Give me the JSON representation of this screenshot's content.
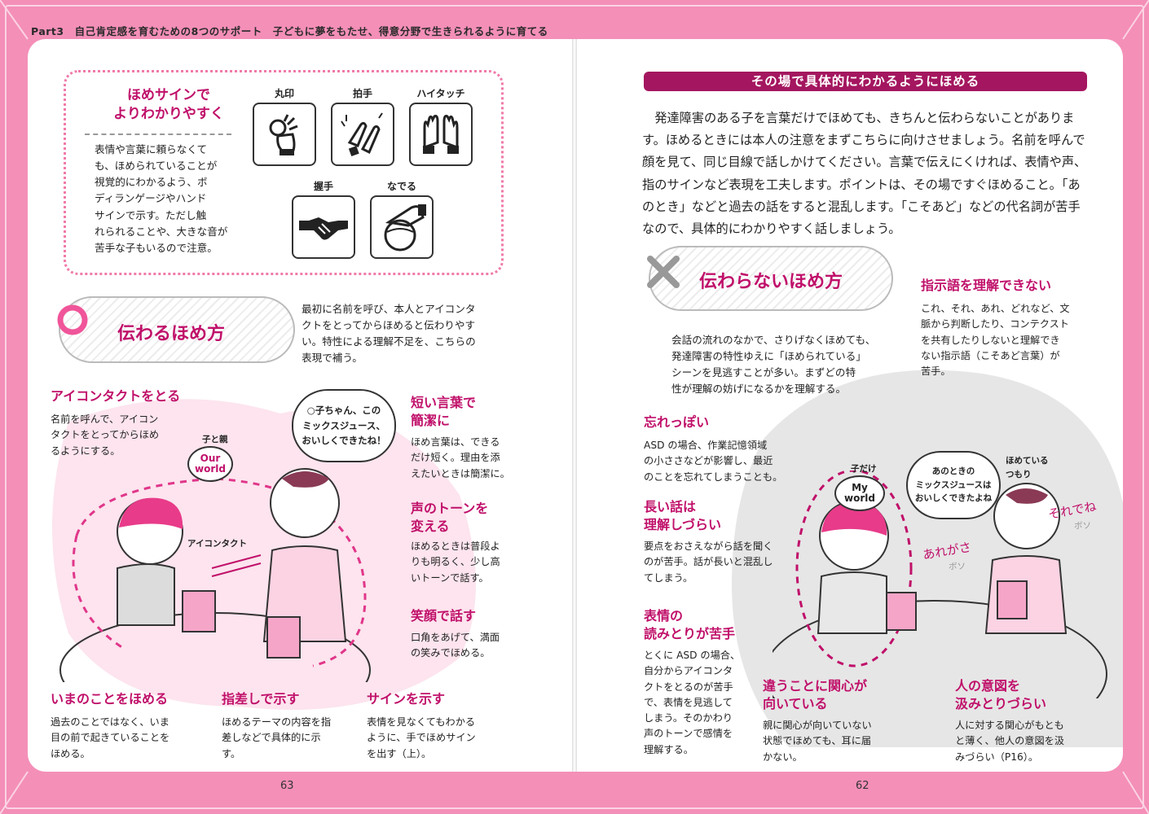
{
  "header": "Part3　自己肯定感を育むための8つのサポート　子どもに夢をもたせ、得意分野で生きられるように育てる",
  "left_page": {
    "page_number": "63",
    "sign_box": {
      "title": "ほめサインで\nよりわかりやすく",
      "text": "表情や言葉に頼らなくて\nも、ほめられていることが\n視覚的にわかるよう、ボ\nディランゲージやハンド\nサインで示す。ただし触\nれられることや、大きな音が\n苦手な子もいるので注意。",
      "signs": [
        "丸印",
        "拍手",
        "ハイタッチ",
        "握手",
        "なでる"
      ]
    },
    "good_title": "伝わるほめ方",
    "good_intro": "最初に名前を呼び、本人とアイコンタ\nクトをとってからほめると伝わりやす\nい。特性による理解不足を、こちらの\n表現で補う。",
    "illustration": {
      "speech": "○子ちゃん、この\nミックスジュース、\nおいしくできたね！",
      "tag_label": "子と親",
      "tag_bubble": "Our\nworld",
      "eye_contact": "アイコンタクト"
    },
    "tips": [
      {
        "title": "アイコンタクトをとる",
        "text": "名前を呼んで、アイコン\nタクトをとってからほめ\nるようにする。"
      },
      {
        "title": "短い言葉で\n簡潔に",
        "text": "ほめ言葉は、できる\nだけ短く。理由を添\nえたいときは簡潔に。"
      },
      {
        "title": "声のトーンを\n変える",
        "text": "ほめるときは普段よ\nりも明るく、少し高\nいトーンで話す。"
      },
      {
        "title": "笑顔で話す",
        "text": "口角をあげて、満面\nの笑みでほめる。"
      },
      {
        "title": "いまのことをほめる",
        "text": "過去のことではなく、いま\n目の前で起きていることを\nほめる。"
      },
      {
        "title": "指差しで示す",
        "text": "ほめるテーマの内容を指\n差しなどで具体的に示\nす。"
      },
      {
        "title": "サインを示す",
        "text": "表情を見なくてもわかる\nように、手でほめサイン\nを出す（上）。"
      }
    ]
  },
  "right_page": {
    "page_number": "62",
    "banner": "その場で具体的にわかるようにほめる",
    "paragraph": "発達障害のある子を言葉だけでほめても、きちんと伝わらないことがあります。ほめるときには本人の注意をまずこちらに向けさせましょう。名前を呼んで顔を見て、同じ目線で話しかけてください。言葉で伝えにくければ、表情や声、指のサインなど表現を工夫します。ポイントは、その場ですぐほめること。「あのとき」などと過去の話をすると混乱します。「こそあど」などの代名詞が苦手なので、具体的にわかりやすく話しましょう。",
    "bad_title": "伝わらないほめ方",
    "bad_intro": "会話の流れのなかで、さりげなくほめても、\n発達障害の特性ゆえに「ほめられている」\nシーンを見逃すことが多い。まずどの特\n性が理解の妨げになるかを理解する。",
    "illustration": {
      "speech": "あのときの\nミックスジュースは\nおいしくできたよね",
      "thought": "ほめている\nつもり",
      "tag_label": "子だけ",
      "tag_bubble": "My\nworld",
      "scribble1": "あれがさ",
      "scribble2": "それでね",
      "bo": "ボソ"
    },
    "issues": [
      {
        "title": "指示語を理解できない",
        "text": "これ、それ、あれ、どれなど、文\n脈から判断したり、コンテクスト\nを共有したりしないと理解でき\nない指示語（こそあど言葉）が\n苦手。"
      },
      {
        "title": "忘れっぽい",
        "text": "ASD の場合、作業記憶領域\nの小ささなどが影響し、最近\nのことを忘れてしまうことも。"
      },
      {
        "title": "長い話は\n理解しづらい",
        "text": "要点をおさえながら話を聞く\nのが苦手。話が長いと混乱し\nてしまう。"
      },
      {
        "title": "表情の\n読みとりが苦手",
        "text": "とくに ASD の場合、\n自分からアイコンタ\nクトをとるのが苦手\nで、表情を見逃して\nしまう。そのかわり\n声のトーンで感情を\n理解する。"
      },
      {
        "title": "違うことに関心が\n向いている",
        "text": "親に関心が向いていない\n状態でほめても、耳に届\nかない。"
      },
      {
        "title": "人の意図を\n汲みとりづらい",
        "text": "人に対する関心がもとも\nと薄く、他人の意図を汲\nみづらい（P16）。"
      }
    ]
  }
}
